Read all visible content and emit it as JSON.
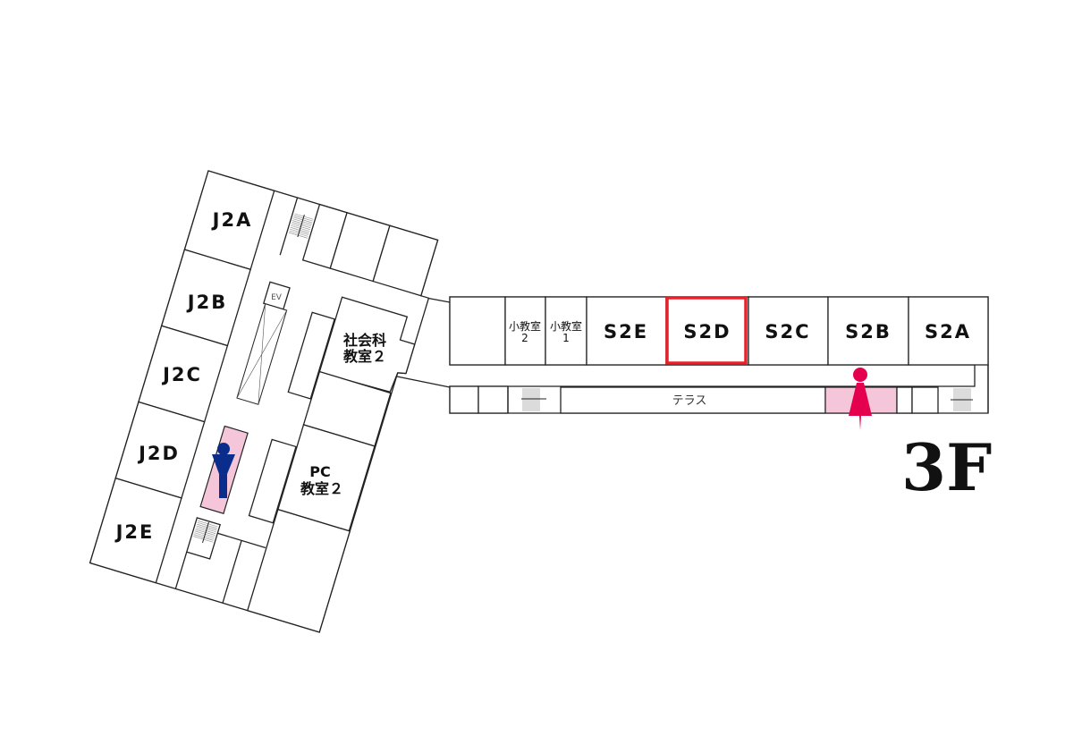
{
  "floor": "3F",
  "colors": {
    "highlight": "#e8202a",
    "restroom_fill": "#f5c6da",
    "male_icon": "#0a2d8c",
    "female_icon": "#e5004f"
  },
  "west_wing": {
    "rooms": [
      "J2A",
      "J2B",
      "J2C",
      "J2D",
      "J2E"
    ],
    "social_studies": {
      "line1": "社会科",
      "line2": "教室２"
    },
    "pc_room": {
      "line1": "PC",
      "line2": "教室２"
    },
    "elevator": "EV"
  },
  "east_wing": {
    "small_room_2": {
      "line1": "小教室",
      "line2": "2"
    },
    "small_room_1": {
      "line1": "小教室",
      "line2": "1"
    },
    "rooms": [
      "S2E",
      "S2D",
      "S2C",
      "S2B",
      "S2A"
    ],
    "highlighted_room": "S2D",
    "terrace": "テラス"
  }
}
